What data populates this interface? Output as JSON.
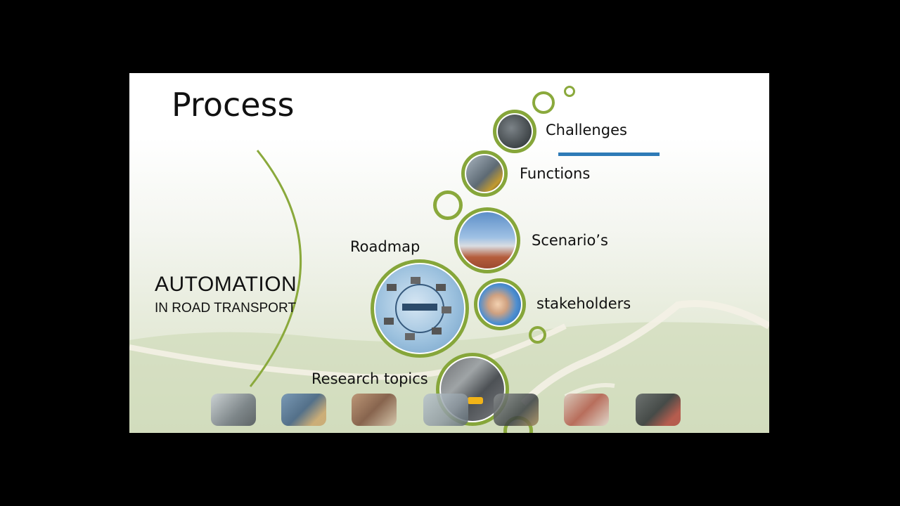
{
  "slide": {
    "title": "Process",
    "subtitle_main": "AUTOMATION",
    "subtitle_sub": "IN ROAD TRANSPORT"
  },
  "nodes": {
    "challenges": "Challenges",
    "functions": "Functions",
    "scenarios": "Scenario’s",
    "roadmap": "Roadmap",
    "stakeholders": "stakeholders",
    "research": "Research topics"
  },
  "colors": {
    "ring": "#86a63a",
    "accent_line": "#2e7bb7",
    "background": "#000000"
  }
}
